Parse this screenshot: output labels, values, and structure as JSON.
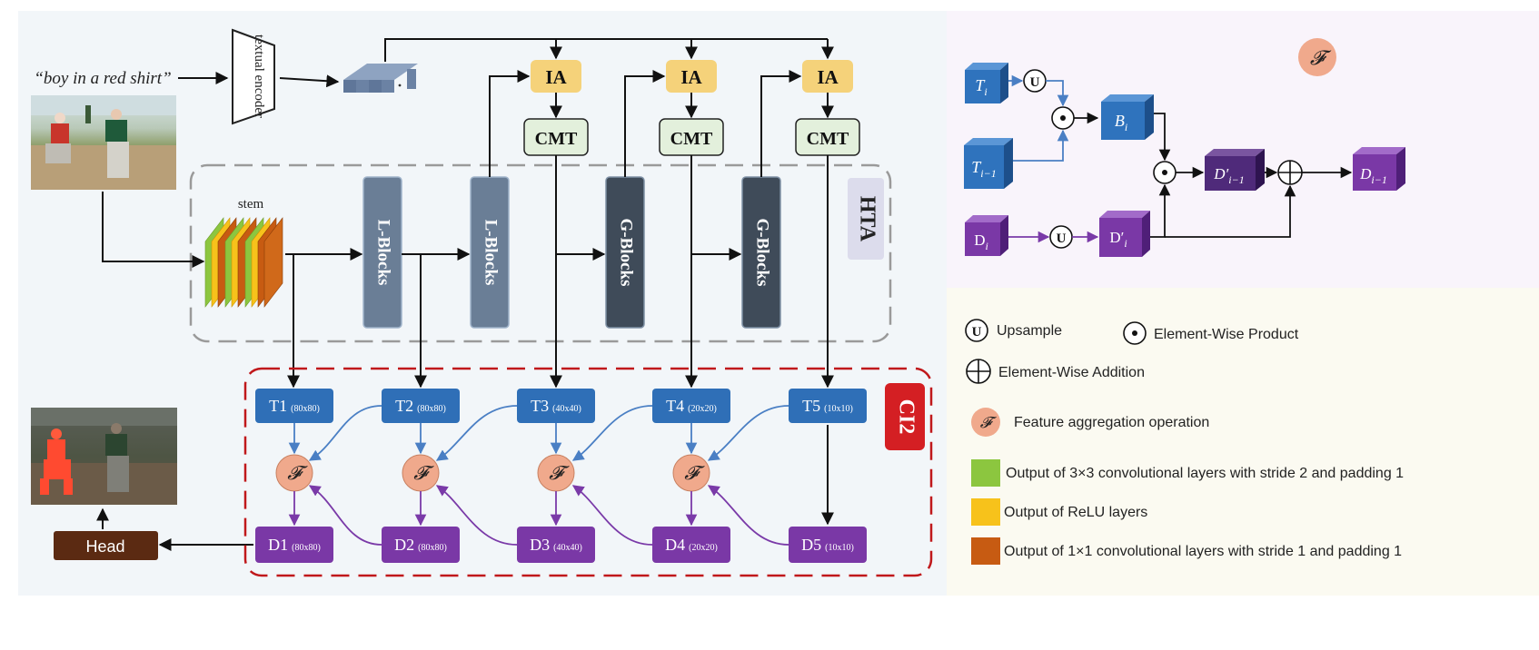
{
  "colors": {
    "main_panel_bg": "#f2f6f9",
    "formula_panel_bg": "#f9f4fb",
    "legend_panel_bg": "#fbfaf1",
    "hta_border": "#9a9a9a",
    "ci2_border": "#c0181b",
    "ia_fill": "#f5d27a",
    "cmt_fill": "#e3f0dc",
    "l_block_fill": "#6a7e96",
    "g_block_fill": "#3f4b59",
    "t_box_fill": "#2f6fb7",
    "d_box_fill": "#7a38a6",
    "head_fill": "#5b2a12",
    "f_node_fill": "#f0a98c",
    "blue_arrow": "#4a7fc4",
    "purple_arrow": "#7a3aa8",
    "conv3x3": "#8cc63f",
    "relu": "#f7c21b",
    "conv1x1": "#c75b12"
  },
  "diagram": {
    "query_text": "“boy in a red shirt”",
    "textual_encoder": "textual encoder",
    "stem_label": "stem",
    "ia_label": "IA",
    "cmt_label": "CMT",
    "l_blocks_label": "L-Blocks",
    "g_blocks_label": "G-Blocks",
    "hta_label": "HTA",
    "ci2_label": "CI2",
    "head_label": "Head",
    "f_symbol": "𝓕",
    "t_boxes": [
      {
        "name": "T1",
        "size": "(80x80)"
      },
      {
        "name": "T2",
        "size": "(80x80)"
      },
      {
        "name": "T3",
        "size": "(40x40)"
      },
      {
        "name": "T4",
        "size": "(20x20)"
      },
      {
        "name": "T5",
        "size": "(10x10)"
      }
    ],
    "d_boxes": [
      {
        "name": "D1",
        "size": "(80x80)"
      },
      {
        "name": "D2",
        "size": "(80x80)"
      },
      {
        "name": "D3",
        "size": "(40x40)"
      },
      {
        "name": "D4",
        "size": "(20x20)"
      },
      {
        "name": "D5",
        "size": "(10x10)"
      }
    ]
  },
  "formula": {
    "f_symbol": "𝓕",
    "t_i": "T",
    "t_i_sub": "i",
    "t_im1": "T",
    "t_im1_sub": "i−1",
    "b_i": "B",
    "b_i_sub": "i",
    "d_i": "D",
    "d_i_sub": "i",
    "d_prime_i": "D′",
    "d_prime_i_sub": "i",
    "d_prime_im1": "D′",
    "d_prime_im1_sub": "i−1",
    "d_im1": "D",
    "d_im1_sub": "i−1",
    "u_symbol": "U"
  },
  "legend": {
    "upsample": "Upsample",
    "product": "Element-Wise Product",
    "addition": "Element-Wise Addition",
    "f_symbol": "𝓕",
    "feature_agg": "Feature aggregation operation",
    "conv3x3": "Output of 3×3 convolutional layers with stride 2 and padding 1",
    "relu": "Output of ReLU layers",
    "conv1x1": "Output of 1×1 convolutional layers with stride 1 and padding 1"
  }
}
